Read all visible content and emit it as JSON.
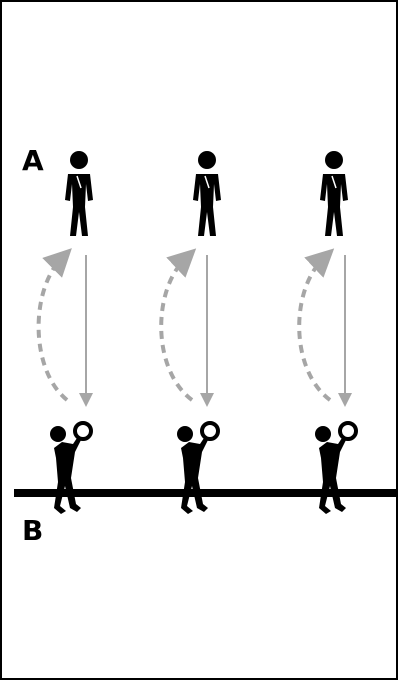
{
  "labels": {
    "top": "A",
    "bottom": "B"
  },
  "colors": {
    "figure": "#000000",
    "arrow": "#a6a6a6",
    "line": "#000000",
    "border": "#000000",
    "background": "#ffffff"
  },
  "diagram": {
    "lanes": [
      {
        "name": "lane-1"
      },
      {
        "name": "lane-2"
      },
      {
        "name": "lane-3"
      }
    ]
  }
}
